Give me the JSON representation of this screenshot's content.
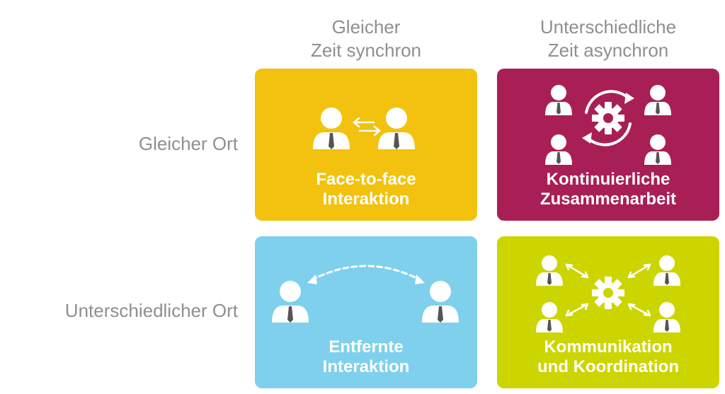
{
  "columns": [
    {
      "line1": "Gleicher",
      "line2": "Zeit synchron"
    },
    {
      "line1": "Unterschiedliche",
      "line2": "Zeit asynchron"
    }
  ],
  "rows": [
    "Gleicher Ort",
    "Unterschiedlicher Ort"
  ],
  "quadrants": [
    {
      "line1": "Face-to-face",
      "line2": "Interaktion",
      "color": "#f2c20e",
      "icon": "two-persons-exchange-icon"
    },
    {
      "line1": "Kontinuierliche",
      "line2": "Zusammenarbeit",
      "color": "#a81f55",
      "icon": "persons-cycle-gear-icon"
    },
    {
      "line1": "Entfernte",
      "line2": "Interaktion",
      "color": "#7fd0ec",
      "icon": "two-persons-dashed-arc-icon"
    },
    {
      "line1": "Kommunikation",
      "line2": "und Koordination",
      "color": "#cdd500",
      "icon": "persons-gear-arrows-icon"
    }
  ]
}
